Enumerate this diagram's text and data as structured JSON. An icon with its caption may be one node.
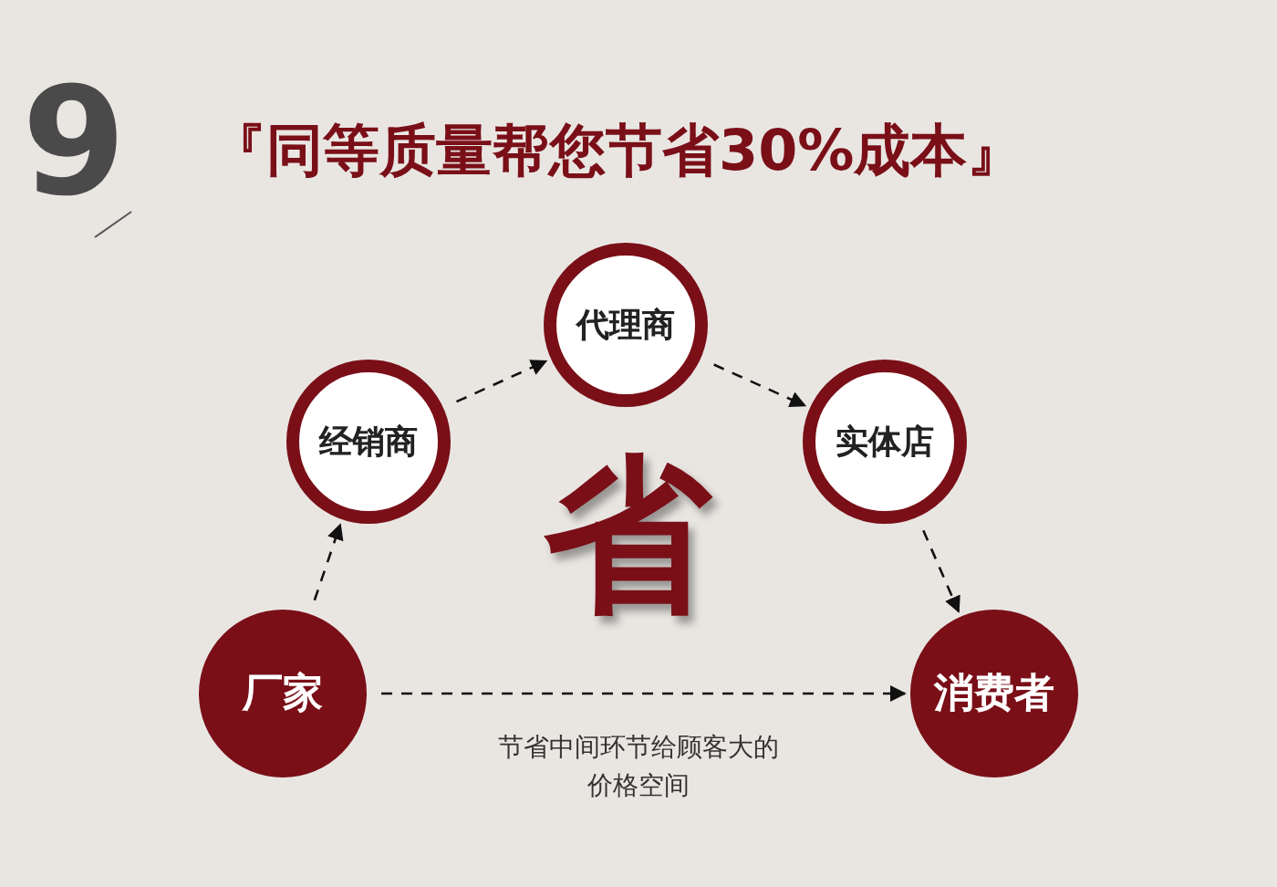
{
  "diagram": {
    "title": "『同等质量帮您节省30%成本』",
    "nodes": [
      {
        "text": [
          "代理商"
        ]
      },
      {
        "text": [
          "经销商"
        ]
      },
      {
        "text": [
          "实体店"
        ]
      },
      {
        "text": [
          "厂家"
        ]
      },
      {
        "text": [
          "消费者"
        ]
      }
    ],
    "edges": [
      {
        "from": 3,
        "to": 1,
        "arrow": "to",
        "style": "dashed"
      },
      {
        "from": 1,
        "to": 0,
        "arrow": "to",
        "style": "dashed"
      },
      {
        "from": 0,
        "to": 2,
        "arrow": "to",
        "style": "dashed"
      },
      {
        "from": 2,
        "to": 4,
        "arrow": "to",
        "style": "dashed"
      },
      {
        "from": 3,
        "to": 4,
        "arrow": "to",
        "style": "dashed",
        "label": "节省中间环节给顾客大的价格空间"
      }
    ],
    "labels": [
      "9",
      "省"
    ]
  }
}
